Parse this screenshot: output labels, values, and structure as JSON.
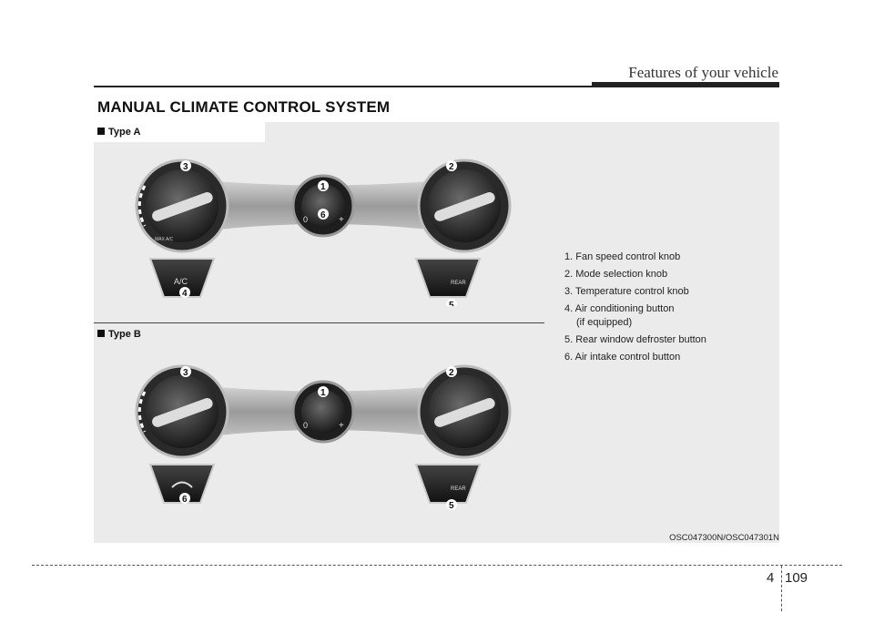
{
  "header": {
    "section": "Features of your vehicle"
  },
  "title": "MANUAL CLIMATE CONTROL SYSTEM",
  "types": [
    {
      "label": "Type A",
      "buttons": [
        {
          "text": "A/C",
          "number": "4"
        },
        {
          "text": "REAR",
          "number": "5"
        }
      ],
      "center_number": "6"
    },
    {
      "label": "Type B",
      "buttons": [
        {
          "text": "",
          "number": "6"
        },
        {
          "text": "REAR",
          "number": "5"
        }
      ]
    }
  ],
  "knob_labels": {
    "fan_min": "0",
    "fan_max": "+",
    "max_ac": "MAX\nA/C",
    "n1": "1",
    "n2": "2",
    "n3": "3"
  },
  "legend": [
    "1. Fan speed control knob",
    "2. Mode selection knob",
    "3. Temperature control knob",
    "4. Air conditioning button",
    "(if equipped)",
    "5. Rear window defroster button",
    "6. Air intake control button"
  ],
  "figure_code": "OSC047300N/OSC047301N",
  "page": {
    "chapter": "4",
    "number": "109"
  }
}
